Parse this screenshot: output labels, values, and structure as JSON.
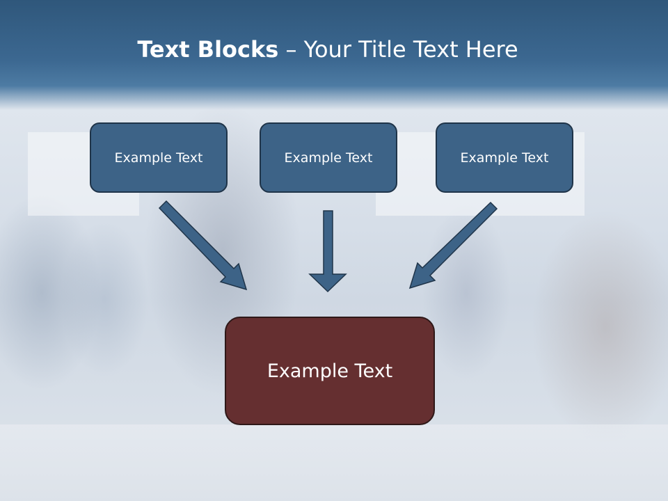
{
  "slide": {
    "title_bold": "Text Blocks",
    "title_dash": "–",
    "title_rest": "Your Title Text Here",
    "blocks": [
      {
        "label": "Example Text"
      },
      {
        "label": "Example Text"
      },
      {
        "label": "Example Text"
      }
    ],
    "main_block": {
      "label": "Example Text"
    },
    "colors": {
      "header": "#3c6891",
      "block_fill": "#3d6387",
      "block_border": "#1f3449",
      "main_fill": "#652f30",
      "arrow": "#3d6387"
    }
  }
}
